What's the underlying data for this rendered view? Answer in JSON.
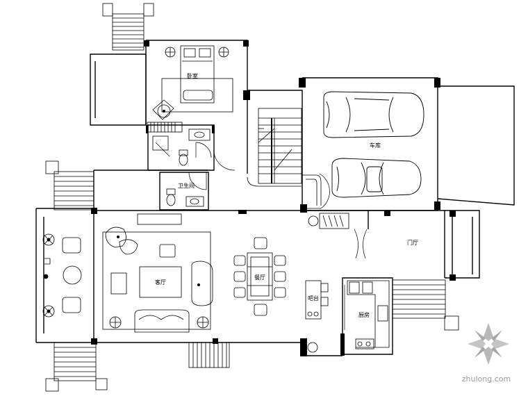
{
  "rooms": {
    "bedroom": "卧室",
    "garage": "车库",
    "bath": "卫生间",
    "living": "客厅",
    "dining": "餐厅",
    "foyer": "门厅",
    "kitchen": "厨房",
    "bar": "吧台"
  },
  "watermark": "zhulong.com"
}
